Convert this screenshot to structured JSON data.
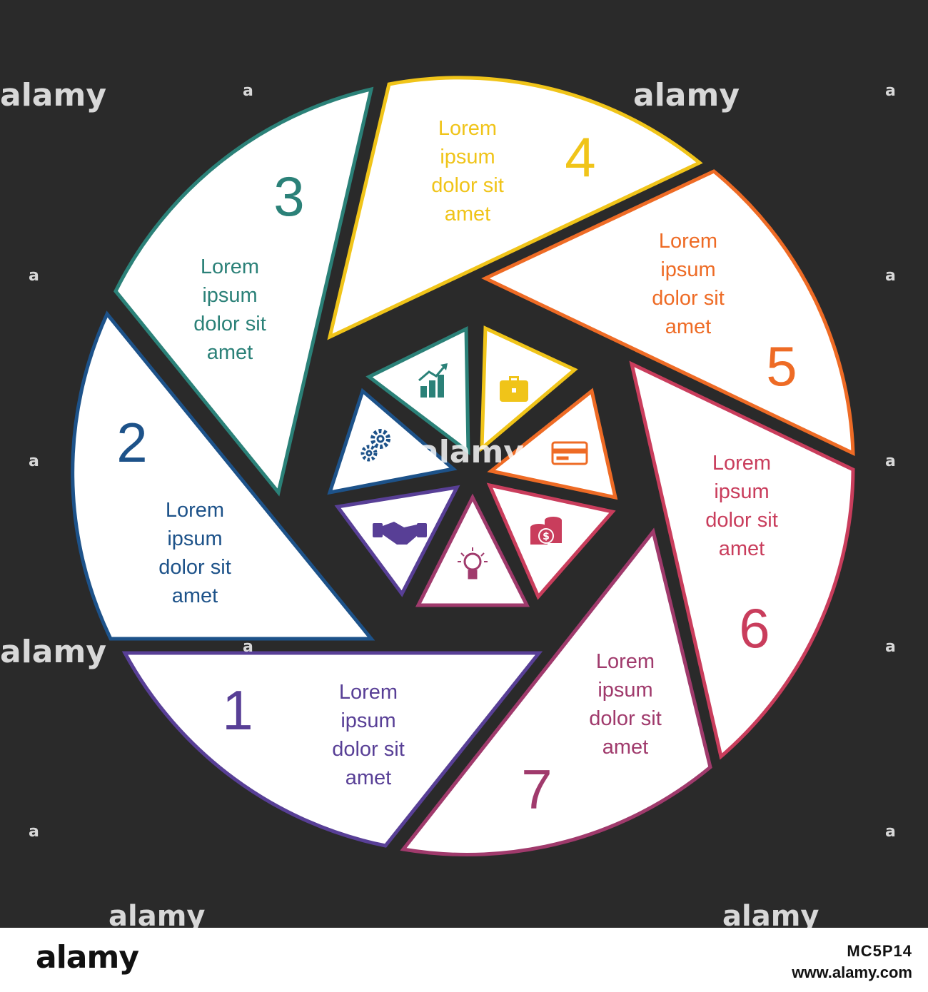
{
  "watermark": {
    "text": "alamy",
    "small": "a"
  },
  "colors": {
    "background": "#2a2a2a",
    "segment_fill": "#ffffff"
  },
  "segments": [
    {
      "number": "1",
      "text": [
        "Lorem",
        "ipsum",
        "dolor sit",
        "amet"
      ],
      "color": "#583f96",
      "icon": "handshake-icon"
    },
    {
      "number": "2",
      "text": [
        "Lorem",
        "ipsum",
        "dolor sit",
        "amet"
      ],
      "color": "#1d5289",
      "icon": "gears-icon"
    },
    {
      "number": "3",
      "text": [
        "Lorem",
        "ipsum",
        "dolor sit",
        "amet"
      ],
      "color": "#2b8178",
      "icon": "growth-chart-icon"
    },
    {
      "number": "4",
      "text": [
        "Lorem",
        "ipsum",
        "dolor sit",
        "amet"
      ],
      "color": "#f0c419",
      "icon": "briefcase-icon"
    },
    {
      "number": "5",
      "text": [
        "Lorem",
        "ipsum",
        "dolor sit",
        "amet"
      ],
      "color": "#ee6b25",
      "icon": "credit-card-icon"
    },
    {
      "number": "6",
      "text": [
        "Lorem",
        "ipsum",
        "dolor sit",
        "amet"
      ],
      "color": "#c93d5c",
      "icon": "coins-icon"
    },
    {
      "number": "7",
      "text": [
        "Lorem",
        "ipsum",
        "dolor sit",
        "amet"
      ],
      "color": "#a03a6c",
      "icon": "lightbulb-icon"
    }
  ],
  "footer": {
    "logo": "alamy",
    "image_id": "MC5P14",
    "url": "www.alamy.com"
  }
}
